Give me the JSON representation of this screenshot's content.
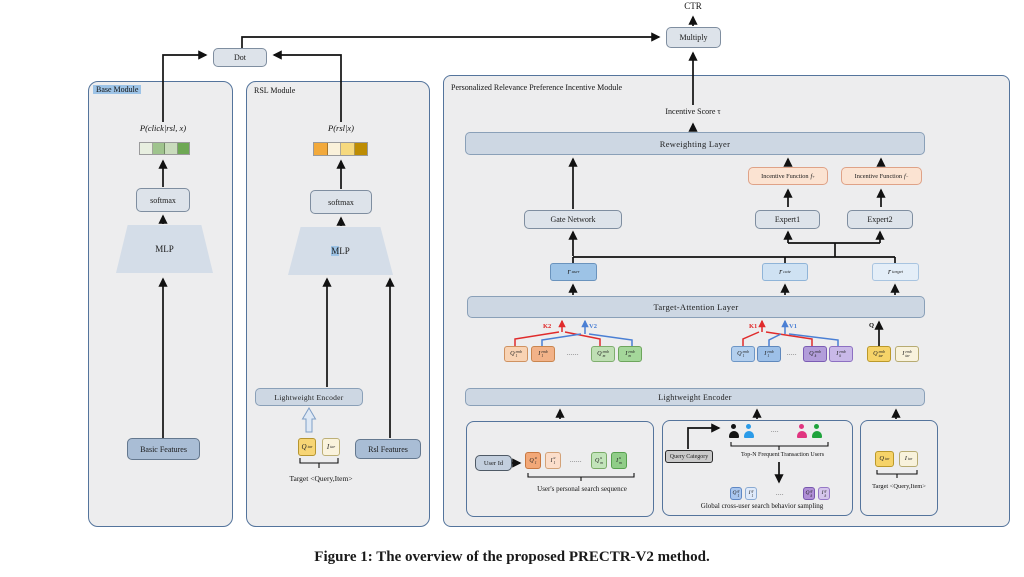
{
  "top": {
    "ctr_label": "CTR",
    "multiply_label": "Multiply",
    "dot_label": "Dot"
  },
  "base_module": {
    "title": "Base Module",
    "prob_label": "P(click|rsl, x)",
    "bar_colors": [
      "#e8efe0",
      "#9fc48d",
      "#c9dcbc",
      "#6ea854"
    ],
    "softmax_label": "softmax",
    "mlp_label": "MLP",
    "features_label": "Basic Features"
  },
  "rsl_module": {
    "title": "RSL Module",
    "prob_label": "P(rsl|x)",
    "bar_colors": [
      "#f2a93b",
      "#faf1da",
      "#f6d97e",
      "#bd8c03"
    ],
    "softmax_label": "softmax",
    "mlp_m": "M",
    "mlp_lp": "LP",
    "encoder_label": "Lightweight Encoder",
    "features_label": "Rsl Features",
    "target_label": "Target <Query,Item>",
    "chips": [
      {
        "base": "Q",
        "sub": "tar",
        "bg": "#f7d575",
        "bd": "#b6952f"
      },
      {
        "base": "I",
        "sub": "tar",
        "bg": "#faf3dd",
        "bd": "#bdb077"
      }
    ]
  },
  "incentive_module": {
    "title": "Personalized Relevance Preference Incentive Module",
    "incentive_score_label": "Incentive Score τ",
    "reweighting_label": "Reweighting Layer",
    "incentive_fn_plus": {
      "text": "Incentive Function",
      "f": "f",
      "sub": "+"
    },
    "incentive_fn_minus": {
      "text": "Incentive Function",
      "f": "f",
      "sub": "−"
    },
    "gate_label": "Gate Network",
    "expert1_label": "Expert1",
    "expert2_label": "Expert2",
    "r_user": {
      "base": "r",
      "sup": "user",
      "bg": "#9dc3e6",
      "bd": "#6a93bd"
    },
    "r_cate": {
      "base": "r",
      "sup": "cate",
      "bg": "#cfe2f3",
      "bd": "#8fb4d8"
    },
    "r_target": {
      "base": "r",
      "sup": "target",
      "bg": "#e4eef8",
      "bd": "#a8c4e0"
    },
    "attention_label": "Target-Attention Layer",
    "k2": "K2",
    "v2": "V2",
    "k1": "K1",
    "v1": "V1",
    "q": "Q",
    "kv_red": "#e02b2b",
    "kv_blue": "#4a7fd4",
    "q_black": "#111111",
    "dots6": "......",
    "dots5": ".....",
    "dots4": "....",
    "attn_chips_left": [
      {
        "base": "Q",
        "sub": "1",
        "sup": "emb",
        "bg": "#f8d3b4",
        "bd": "#cf9261"
      },
      {
        "base": "I",
        "sub": "1",
        "sup": "emb",
        "bg": "#f2b288",
        "bd": "#c9854e"
      },
      {
        "base": "Q",
        "sub": "m",
        "sup": "emb",
        "bg": "#bfdfb4",
        "bd": "#7fae6e"
      },
      {
        "base": "I",
        "sub": "m",
        "sup": "emb",
        "bg": "#a4d79a",
        "bd": "#6da55c"
      }
    ],
    "attn_chips_right": [
      {
        "base": "Q",
        "sub": "1",
        "sup": "emb",
        "bg": "#b3cfee",
        "bd": "#6d96c6"
      },
      {
        "base": "I",
        "sub": "1",
        "sup": "emb",
        "bg": "#9dc0e8",
        "bd": "#5f88bc"
      },
      {
        "base": "Q",
        "sub": "k",
        "sup": "emb",
        "bg": "#b29dda",
        "bd": "#7b5cb4"
      },
      {
        "base": "I",
        "sub": "k",
        "sup": "emb",
        "bg": "#c9b9e8",
        "bd": "#8d70c2"
      }
    ],
    "attn_chips_tar": [
      {
        "base": "Q",
        "sub": "tar",
        "sup": "emb",
        "bg": "#f6d368",
        "bd": "#bb992a"
      },
      {
        "base": "I",
        "sub": "tar",
        "sup": "emb",
        "bg": "#f8f2dc",
        "bd": "#b7ab72"
      }
    ],
    "encoder_label": "Lightweight Encoder",
    "panel_user": {
      "user_id_label": "User Id",
      "caption": "User's personal search sequence",
      "chips": [
        {
          "base": "Q",
          "sub": "1",
          "sup": "u",
          "bg": "#f2a878",
          "bd": "#c97840"
        },
        {
          "base": "I",
          "sub": "1",
          "sup": "u",
          "bg": "#fbdecb",
          "bd": "#d3a278"
        },
        {
          "base": "Q",
          "sub": "m",
          "sup": "u",
          "bg": "#c2e4ba",
          "bd": "#7aab68"
        },
        {
          "base": "I",
          "sub": "m",
          "sup": "u",
          "bg": "#90cd88",
          "bd": "#57a04e"
        }
      ]
    },
    "panel_global": {
      "query_category_label": "Query Category",
      "top_n_label": "Top-N Frequent Transaction Users",
      "caption": "Global cross-user search behavior sampling",
      "person_colors": [
        "#141414",
        "#2b9be8",
        "#e03580",
        "#1fa33c"
      ],
      "chips": [
        {
          "base": "Q",
          "sub": "1",
          "sup": "g",
          "bg": "#a9c6ee",
          "bd": "#5f88c4"
        },
        {
          "base": "I",
          "sub": "1",
          "sup": "g",
          "bg": "#dfeafa",
          "bd": "#8aaad2"
        },
        {
          "base": "Q",
          "sub": "k",
          "sup": "g",
          "bg": "#b08fd6",
          "bd": "#7757ae"
        },
        {
          "base": "I",
          "sub": "k",
          "sup": "g",
          "bg": "#d5c5ec",
          "bd": "#9678c6"
        }
      ]
    },
    "panel_target": {
      "caption": "Target <Query,Item>",
      "chips": [
        {
          "base": "Q",
          "sub": "tar",
          "bg": "#f6d368",
          "bd": "#bb992a"
        },
        {
          "base": "I",
          "sub": "tar",
          "bg": "#f8f2dc",
          "bd": "#b7ab72"
        }
      ]
    }
  },
  "caption": "Figure 1: The overview of the proposed PRECTR-V2 method."
}
